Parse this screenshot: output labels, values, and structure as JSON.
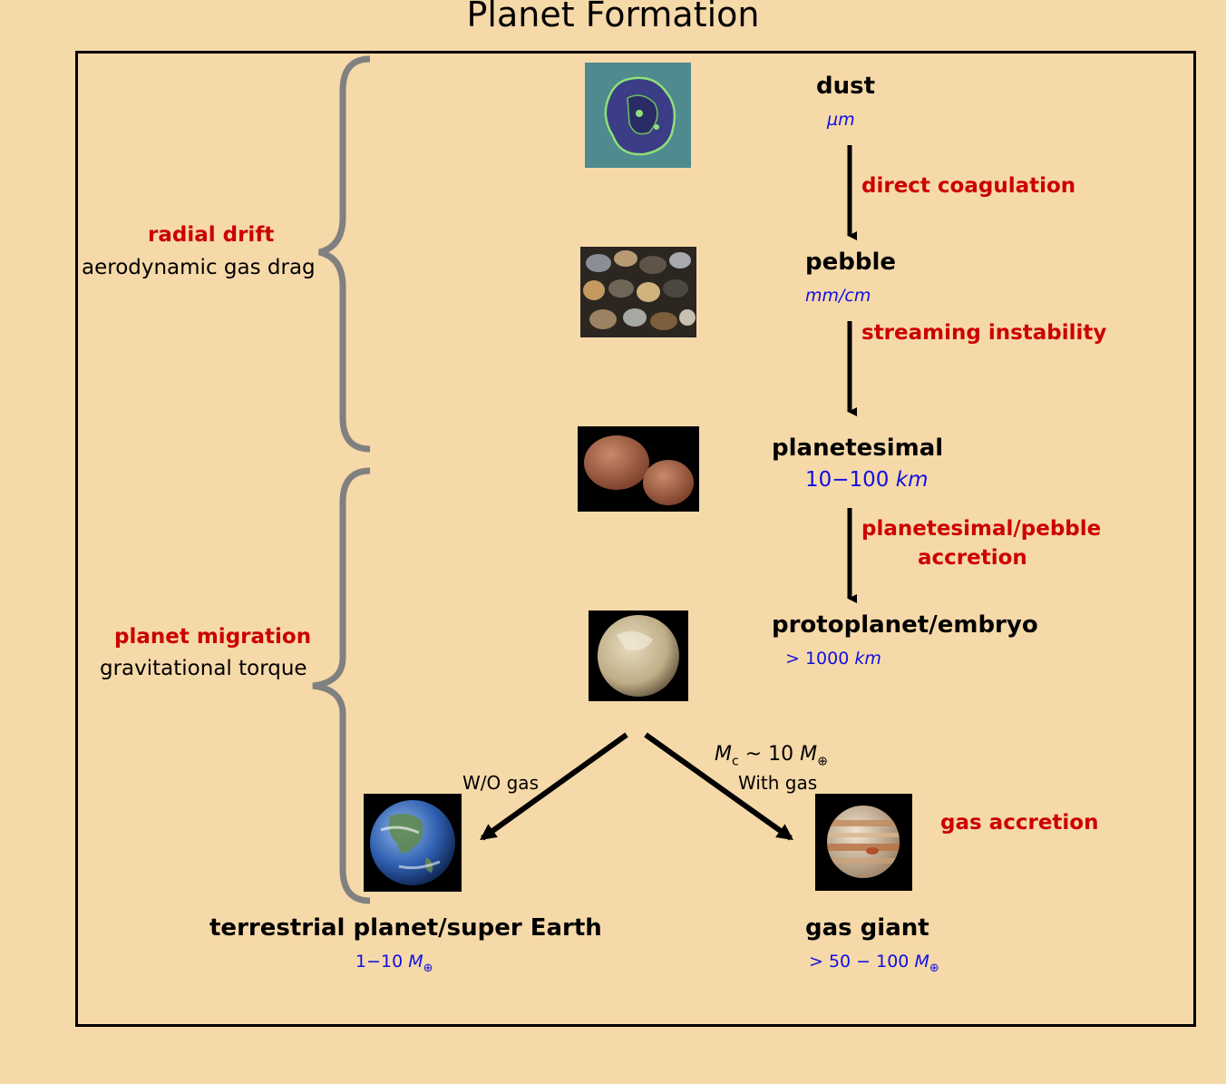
{
  "title": "Planet Formation",
  "stages": [
    {
      "name": "dust",
      "size": "µm",
      "image": "dust-aggregate-image"
    },
    {
      "name": "pebble",
      "size": "mm/cm",
      "image": "pebbles-image"
    },
    {
      "name": "planetesimal",
      "size_num": "10−100 ",
      "size_unit": "km",
      "image": "planetesimal-image"
    },
    {
      "name": "protoplanet/embryo",
      "size_num": "> 1000 ",
      "size_unit": "km",
      "image": "protoplanet-image"
    },
    {
      "name": "terrestrial planet/super Earth",
      "size_num": "1−10 ",
      "size_unit": "M",
      "size_sub": "⊕",
      "image": "earth-image"
    },
    {
      "name": "gas giant",
      "size_num": "> 50 − 100 ",
      "size_unit": "M",
      "size_sub": "⊕",
      "image": "jupiter-image"
    }
  ],
  "processes": {
    "dust_to_pebble": "direct coagulation",
    "pebble_to_planetesimal": "streaming instability",
    "planetesimal_to_protoplanet_line1": "planetesimal/pebble",
    "planetesimal_to_protoplanet_line2": "accretion",
    "giant": "gas accretion"
  },
  "branches": {
    "left": "W/O gas",
    "right": "With gas",
    "core_mass_M": "M",
    "core_mass_sub": "c",
    "core_mass_rest": " ~ 10 ",
    "core_mass_unit": "M",
    "core_mass_unit_sub": "⊕"
  },
  "migration": {
    "upper_red": "radial drift",
    "upper_black": "aerodynamic gas drag",
    "lower_red": "planet migration",
    "lower_black": "gravitational torque"
  },
  "colors": {
    "background": "#f6d9a9",
    "process": "#cc0000",
    "size": "#1010e0",
    "brace": "#808080"
  }
}
